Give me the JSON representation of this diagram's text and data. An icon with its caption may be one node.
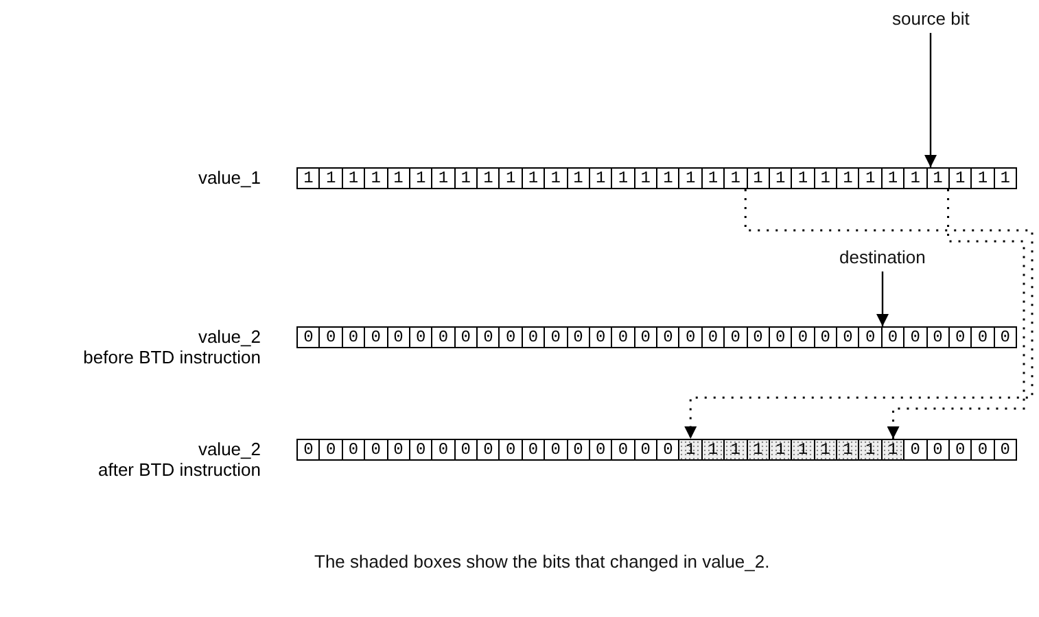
{
  "diagram": {
    "caption": "The shaded boxes show the bits that changed in value_2.",
    "nodes": [
      {
        "text": [
          "source bit"
        ]
      },
      {
        "text": [
          "1",
          "1",
          "1",
          "1",
          "1",
          "1",
          "1",
          "1",
          "1",
          "1",
          "1",
          "1",
          "1",
          "1",
          "1",
          "1",
          "1",
          "1",
          "1",
          "1",
          "1",
          "1",
          "1",
          "1",
          "1",
          "1",
          "1",
          "1",
          "1",
          "1",
          "1",
          "1"
        ],
        "beside": [
          "value_1"
        ]
      },
      {
        "text": [
          "destination"
        ]
      },
      {
        "text": [
          "0",
          "0",
          "0",
          "0",
          "0",
          "0",
          "0",
          "0",
          "0",
          "0",
          "0",
          "0",
          "0",
          "0",
          "0",
          "0",
          "0",
          "0",
          "0",
          "0",
          "0",
          "0",
          "0",
          "0",
          "0",
          "0",
          "0",
          "0",
          "0",
          "0",
          "0",
          "0"
        ],
        "beside": [
          "value_2",
          "before BTD instruction"
        ]
      },
      {
        "text": [
          "0",
          "0",
          "0",
          "0",
          "0",
          "0",
          "0",
          "0",
          "0",
          "0",
          "0",
          "0",
          "0",
          "0",
          "0",
          "0",
          "0",
          "1",
          "1",
          "1",
          "1",
          "1",
          "1",
          "1",
          "1",
          "1",
          "1",
          "0",
          "0",
          "0",
          "0",
          "0"
        ],
        "beside": [
          "value_2",
          "after BTD instruction"
        ]
      }
    ],
    "edges": [
      {
        "from": 0,
        "to": 1,
        "arrow": "to"
      },
      {
        "from": 2,
        "to": 3,
        "arrow": "to"
      },
      {
        "from": 1,
        "to": 4,
        "arrow": "to",
        "style": "dashed"
      },
      {
        "from": 1,
        "to": 4,
        "arrow": "to",
        "style": "dashed"
      }
    ]
  }
}
